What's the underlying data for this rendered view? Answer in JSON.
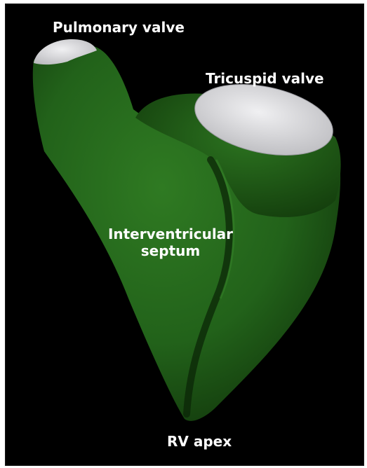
{
  "figure": {
    "background_color": "#000000",
    "model_color": "#1f5a14",
    "valve_color": "#d9d9dc",
    "labels": {
      "pulmonary_valve": "Pulmonary valve",
      "tricuspid_valve": "Tricuspid valve",
      "septum_line1": "Interventricular",
      "septum_line2": "septum",
      "rv_apex": "RV apex"
    }
  }
}
